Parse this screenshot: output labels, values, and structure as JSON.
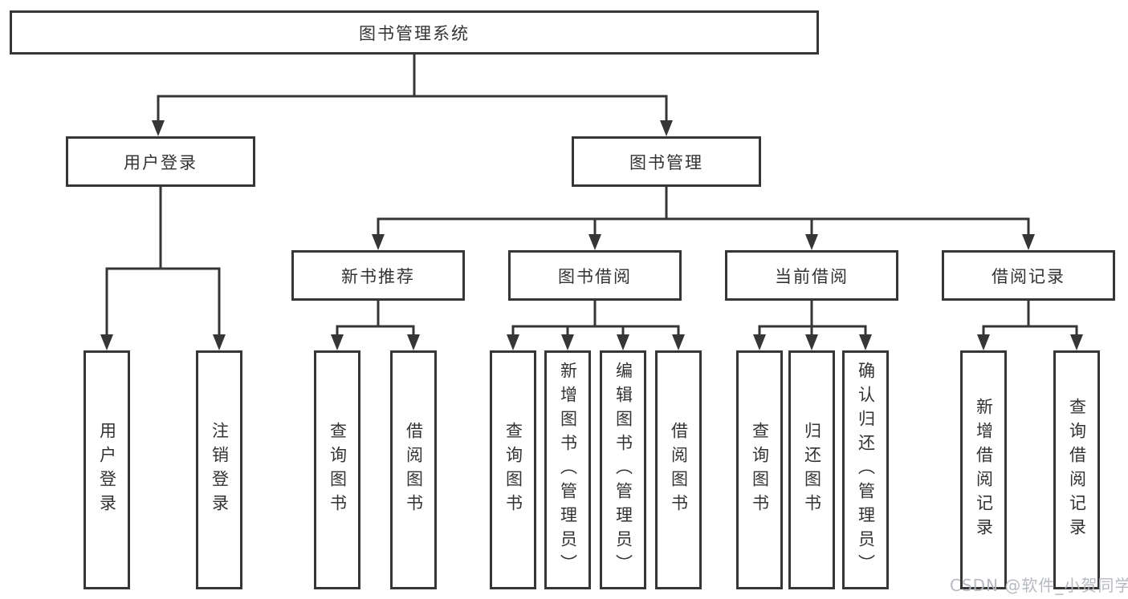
{
  "diagram": {
    "type": "hierarchy-diagram",
    "root": {
      "label": "图书管理系统"
    },
    "branches": [
      {
        "label": "用户登录",
        "children": [
          {
            "label": "用户登录"
          },
          {
            "label": "注销登录"
          }
        ]
      },
      {
        "label": "图书管理",
        "children": [
          {
            "label": "新书推荐",
            "children": [
              {
                "label": "查询图书"
              },
              {
                "label": "借阅图书"
              }
            ]
          },
          {
            "label": "图书借阅",
            "children": [
              {
                "label": "查询图书"
              },
              {
                "label": "新增图书（管理员）"
              },
              {
                "label": "编辑图书（管理员）"
              },
              {
                "label": "借阅图书"
              }
            ]
          },
          {
            "label": "当前借阅",
            "children": [
              {
                "label": "查询图书"
              },
              {
                "label": "归还图书"
              },
              {
                "label": "确认归还（管理员）"
              }
            ]
          },
          {
            "label": "借阅记录",
            "children": [
              {
                "label": "新增借阅记录"
              },
              {
                "label": "查询借阅记录"
              }
            ]
          }
        ]
      }
    ]
  },
  "watermark": {
    "text": "CSDN @软件_小贺同学"
  },
  "colors": {
    "line": "#363636",
    "box_border": "#363636",
    "text": "#333333",
    "background": "#ffffff",
    "watermark": "#b3b7bd"
  }
}
